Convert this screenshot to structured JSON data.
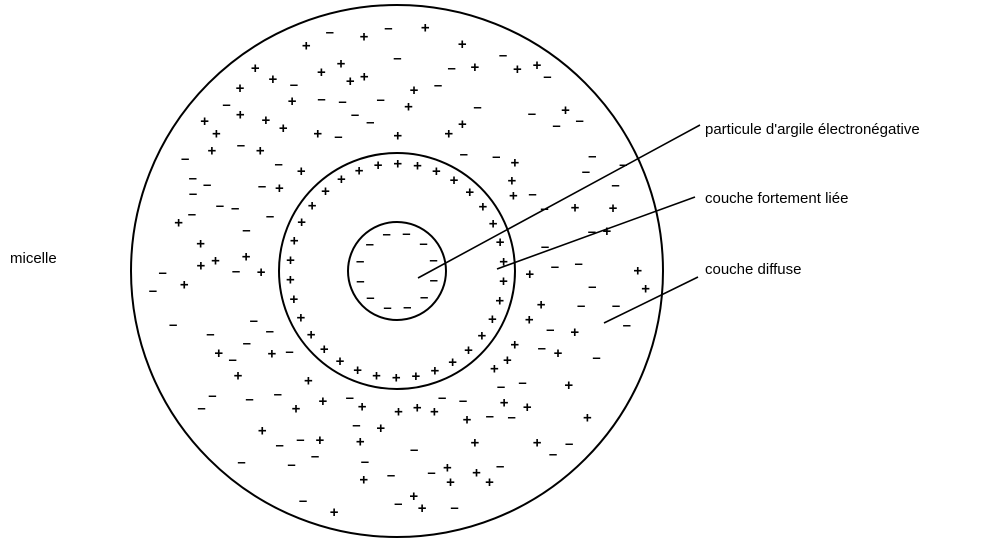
{
  "labels": {
    "micelle": "micelle",
    "particle": "particule d'argile électronégative",
    "bound_layer": "couche fortement liée",
    "diffuse_layer": "couche diffuse"
  },
  "symbols": {
    "plus": "+",
    "minus": "–"
  },
  "colors": {
    "ink": "#000000",
    "background": "#ffffff"
  }
}
